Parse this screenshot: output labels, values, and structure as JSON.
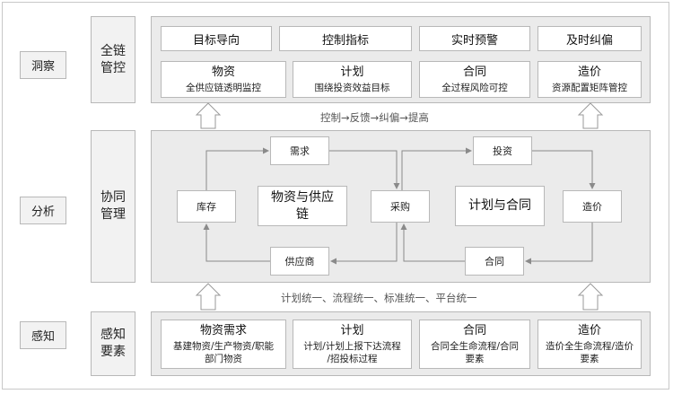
{
  "side": {
    "insight": "洞察",
    "analysis": "分析",
    "perception": "感知"
  },
  "groups": {
    "chain_line1": "全链",
    "chain_line2": "管控",
    "collab_line1": "协同",
    "collab_line2": "管理",
    "elements_line1": "感知",
    "elements_line2": "要素"
  },
  "top_tabs": [
    "目标导向",
    "控制指标",
    "实时预警",
    "及时纠偏"
  ],
  "top_cards": [
    {
      "title": "物资",
      "sub": "全供应链透明监控"
    },
    {
      "title": "计划",
      "sub": "围绕投资效益目标"
    },
    {
      "title": "合同",
      "sub": "全过程风险可控"
    },
    {
      "title": "造价",
      "sub": "资源配置矩阵管控"
    }
  ],
  "flow_label_top": "控制→反馈→纠偏→提高",
  "flow_label_bottom": "计划统一、流程统一、标准统一、平台统一",
  "middle": {
    "demand": "需求",
    "investment": "投资",
    "inventory": "库存",
    "material_supply_1": "物资与供应",
    "material_supply_2": "链",
    "procurement": "采购",
    "plan_contract": "计划与合同",
    "cost": "造价",
    "supplier": "供应商",
    "contract": "合同"
  },
  "bottom_cards": [
    {
      "title": "物资需求",
      "sub1": "基建物资/生产物资/职能",
      "sub2": "部门物资"
    },
    {
      "title": "计划",
      "sub1": "计划/计划上报下达流程",
      "sub2": "/招投标过程"
    },
    {
      "title": "合同",
      "sub1": "合同全生命流程/合同",
      "sub2": "要素"
    },
    {
      "title": "造价",
      "sub1": "造价全生命流程/造价",
      "sub2": "要素"
    }
  ],
  "colors": {
    "panel": "#ebebeb",
    "box": "#f2f2f2",
    "border": "#b8b8b8",
    "line": "#8a8a8a"
  }
}
